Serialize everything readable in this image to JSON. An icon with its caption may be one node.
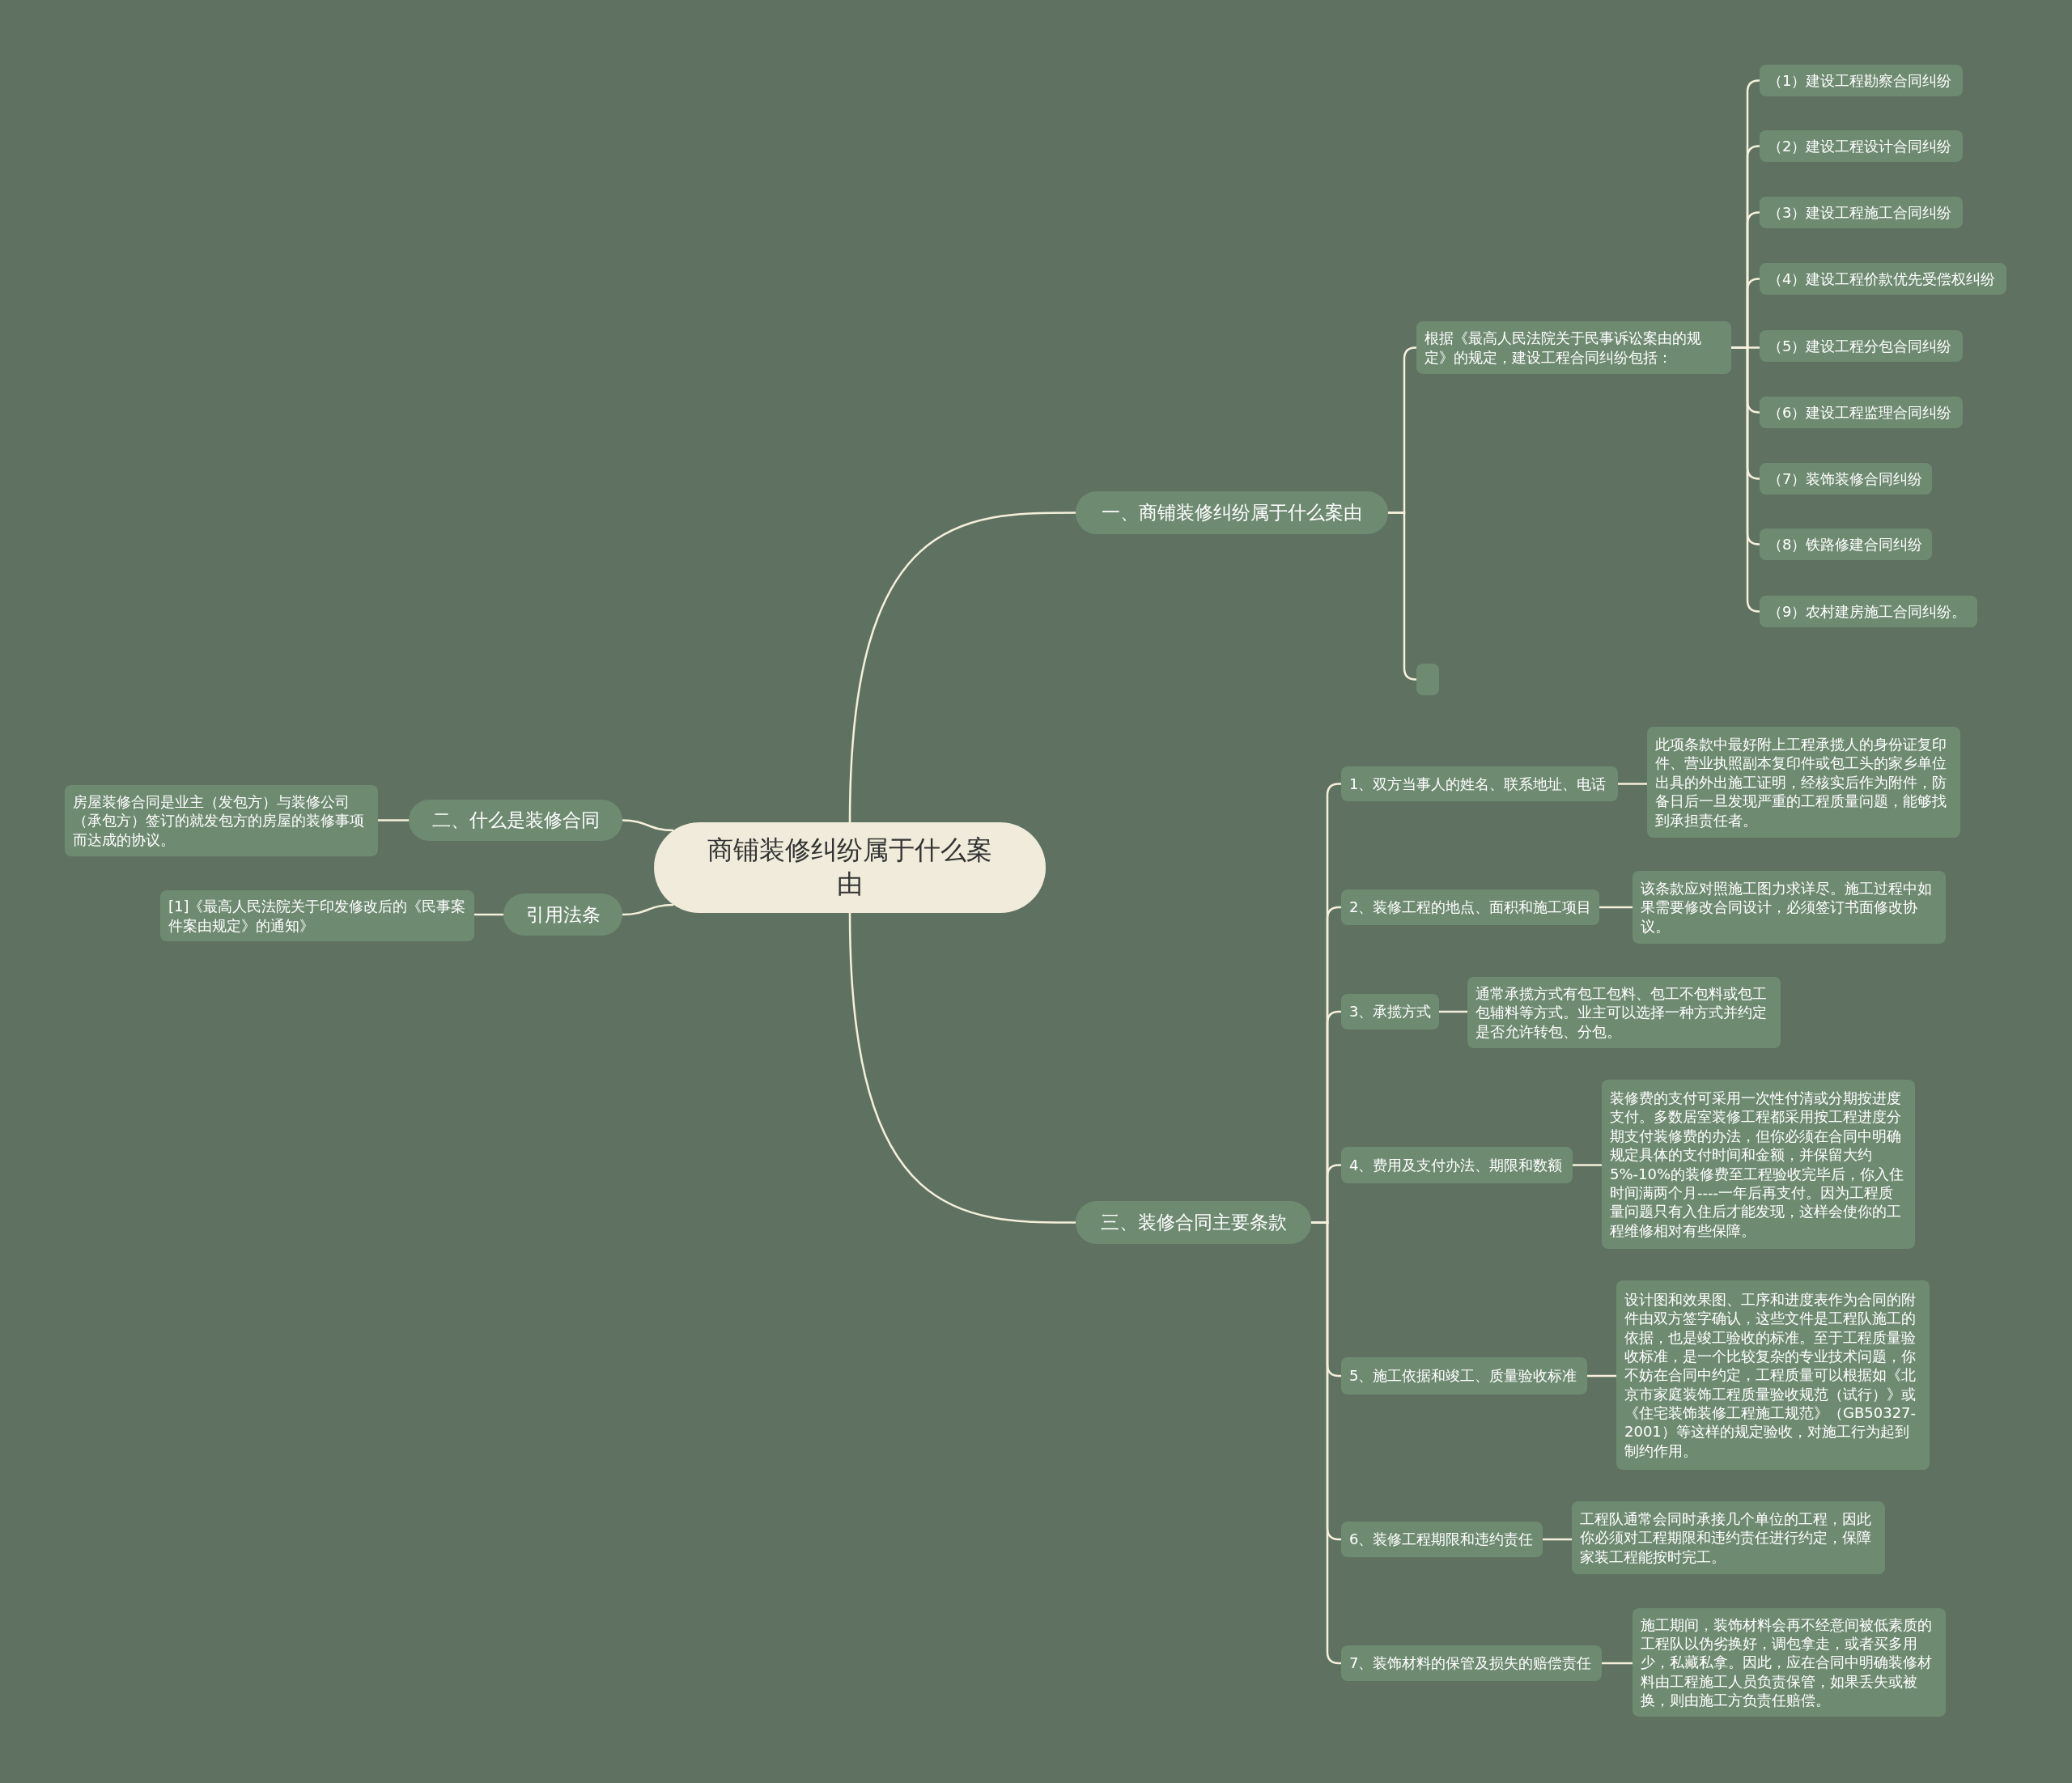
{
  "diagram": {
    "nodes": [
      {
        "text": [
          "商铺装修纠纷属于什么案由"
        ]
      },
      {
        "text": [
          "一、商铺装修纠纷属于什么案由"
        ]
      },
      {
        "text": [
          "根据《最高人民法院关于民事诉讼案由的规定》的规定，建设工程合同纠纷包括："
        ]
      },
      {
        "text": [
          "（1）建设工程勘察合同纠纷"
        ]
      },
      {
        "text": [
          "（2）建设工程设计合同纠纷"
        ]
      },
      {
        "text": [
          "（3）建设工程施工合同纠纷"
        ]
      },
      {
        "text": [
          "（4）建设工程价款优先受偿权纠纷"
        ]
      },
      {
        "text": [
          "（5）建设工程分包合同纠纷"
        ]
      },
      {
        "text": [
          "（6）建设工程监理合同纠纷"
        ]
      },
      {
        "text": [
          "（7）装饰装修合同纠纷"
        ]
      },
      {
        "text": [
          "（8）铁路修建合同纠纷"
        ]
      },
      {
        "text": [
          "（9）农村建房施工合同纠纷。"
        ]
      },
      {
        "text": [],
        "shape": "box"
      },
      {
        "text": [
          "二、什么是装修合同"
        ]
      },
      {
        "text": [
          "房屋装修合同是业主（发包方）与装修公司（承包方）签订的就发包方的房屋的装修事项而达成的协议。"
        ]
      },
      {
        "text": [
          "引用法条"
        ]
      },
      {
        "text": [
          "[1]《最高人民法院关于印发修改后的《民事案件案由规定》的通知》"
        ]
      },
      {
        "text": [
          "三、装修合同主要条款"
        ]
      },
      {
        "text": [
          "1、双方当事人的姓名、联系地址、电话"
        ]
      },
      {
        "text": [
          "此项条款中最好附上工程承揽人的身份证复印件、营业执照副本复印件或包工头的家乡单位出具的外出施工证明，经核实后作为附件，防备日后一旦发现严重的工程质量问题，能够找到承担责任者。"
        ]
      },
      {
        "text": [
          "2、装修工程的地点、面积和施工项目"
        ]
      },
      {
        "text": [
          "该条款应对照施工图力求详尽。施工过程中如果需要修改合同设计，必须签订书面修改协议。"
        ]
      },
      {
        "text": [
          "3、承揽方式"
        ]
      },
      {
        "text": [
          "通常承揽方式有包工包料、包工不包料或包工包辅料等方式。业主可以选择一种方式并约定是否允许转包、分包。"
        ]
      },
      {
        "text": [
          "4、费用及支付办法、期限和数额"
        ]
      },
      {
        "text": [
          "装修费的支付可采用一次性付清或分期按进度支付。多数居室装修工程都采用按工程进度分期支付装修费的办法，但你必须在合同中明确规定具体的支付时间和金额，并保留大约5%-10%的装修费至工程验收完毕后，你入住时间满两个月----一年后再支付。因为工程质量问题只有入住后才能发现，这样会使你的工程维修相对有些保障。"
        ]
      },
      {
        "text": [
          "5、施工依据和竣工、质量验收标准"
        ]
      },
      {
        "text": [
          "设计图和效果图、工序和进度表作为合同的附件由双方签字确认，这些文件是工程队施工的依据，也是竣工验收的标准。至于工程质量验收标准，是一个比较复杂的专业技术问题，你不妨在合同中约定，工程质量可以根据如《北京市家庭装饰工程质量验收规范（试行）》或《住宅装饰装修工程施工规范》（GB50327-2001）等这样的规定验收，对施工行为起到制约作用。"
        ]
      },
      {
        "text": [
          "6、装修工程期限和违约责任"
        ]
      },
      {
        "text": [
          "工程队通常会同时承接几个单位的工程，因此你必须对工程期限和违约责任进行约定，保障家装工程能按时完工。"
        ]
      },
      {
        "text": [
          "7、装饰材料的保管及损失的赔偿责任"
        ]
      },
      {
        "text": [
          "施工期间，装饰材料会再不经意间被低素质的工程队以伪劣换好，调包拿走，或者买多用少，私藏私拿。因此，应在合同中明确装修材料由工程施工人员负责保管，如果丢失或被换，则由施工方负责任赔偿。"
        ]
      }
    ],
    "edges": [
      {
        "from": 0,
        "to": 1,
        "arrow": "none"
      },
      {
        "from": 1,
        "to": 2,
        "arrow": "none"
      },
      {
        "from": 2,
        "to": 3,
        "arrow": "none"
      },
      {
        "from": 2,
        "to": 4,
        "arrow": "none"
      },
      {
        "from": 2,
        "to": 5,
        "arrow": "none"
      },
      {
        "from": 2,
        "to": 6,
        "arrow": "none"
      },
      {
        "from": 2,
        "to": 7,
        "arrow": "none"
      },
      {
        "from": 2,
        "to": 8,
        "arrow": "none"
      },
      {
        "from": 2,
        "to": 9,
        "arrow": "none"
      },
      {
        "from": 2,
        "to": 10,
        "arrow": "none"
      },
      {
        "from": 2,
        "to": 11,
        "arrow": "none"
      },
      {
        "from": 1,
        "to": 12,
        "arrow": "none"
      },
      {
        "from": 0,
        "to": 13,
        "arrow": "none"
      },
      {
        "from": 13,
        "to": 14,
        "arrow": "none"
      },
      {
        "from": 0,
        "to": 15,
        "arrow": "none"
      },
      {
        "from": 15,
        "to": 16,
        "arrow": "none"
      },
      {
        "from": 0,
        "to": 17,
        "arrow": "none"
      },
      {
        "from": 17,
        "to": 18,
        "arrow": "none"
      },
      {
        "from": 18,
        "to": 19,
        "arrow": "none"
      },
      {
        "from": 17,
        "to": 20,
        "arrow": "none"
      },
      {
        "from": 20,
        "to": 21,
        "arrow": "none"
      },
      {
        "from": 17,
        "to": 22,
        "arrow": "none"
      },
      {
        "from": 22,
        "to": 23,
        "arrow": "none"
      },
      {
        "from": 17,
        "to": 24,
        "arrow": "none"
      },
      {
        "from": 24,
        "to": 25,
        "arrow": "none"
      },
      {
        "from": 17,
        "to": 26,
        "arrow": "none"
      },
      {
        "from": 26,
        "to": 27,
        "arrow": "none"
      },
      {
        "from": 17,
        "to": 28,
        "arrow": "none"
      },
      {
        "from": 28,
        "to": 29,
        "arrow": "none"
      },
      {
        "from": 17,
        "to": 30,
        "arrow": "none"
      },
      {
        "from": 30,
        "to": 31,
        "arrow": "none"
      }
    ]
  }
}
